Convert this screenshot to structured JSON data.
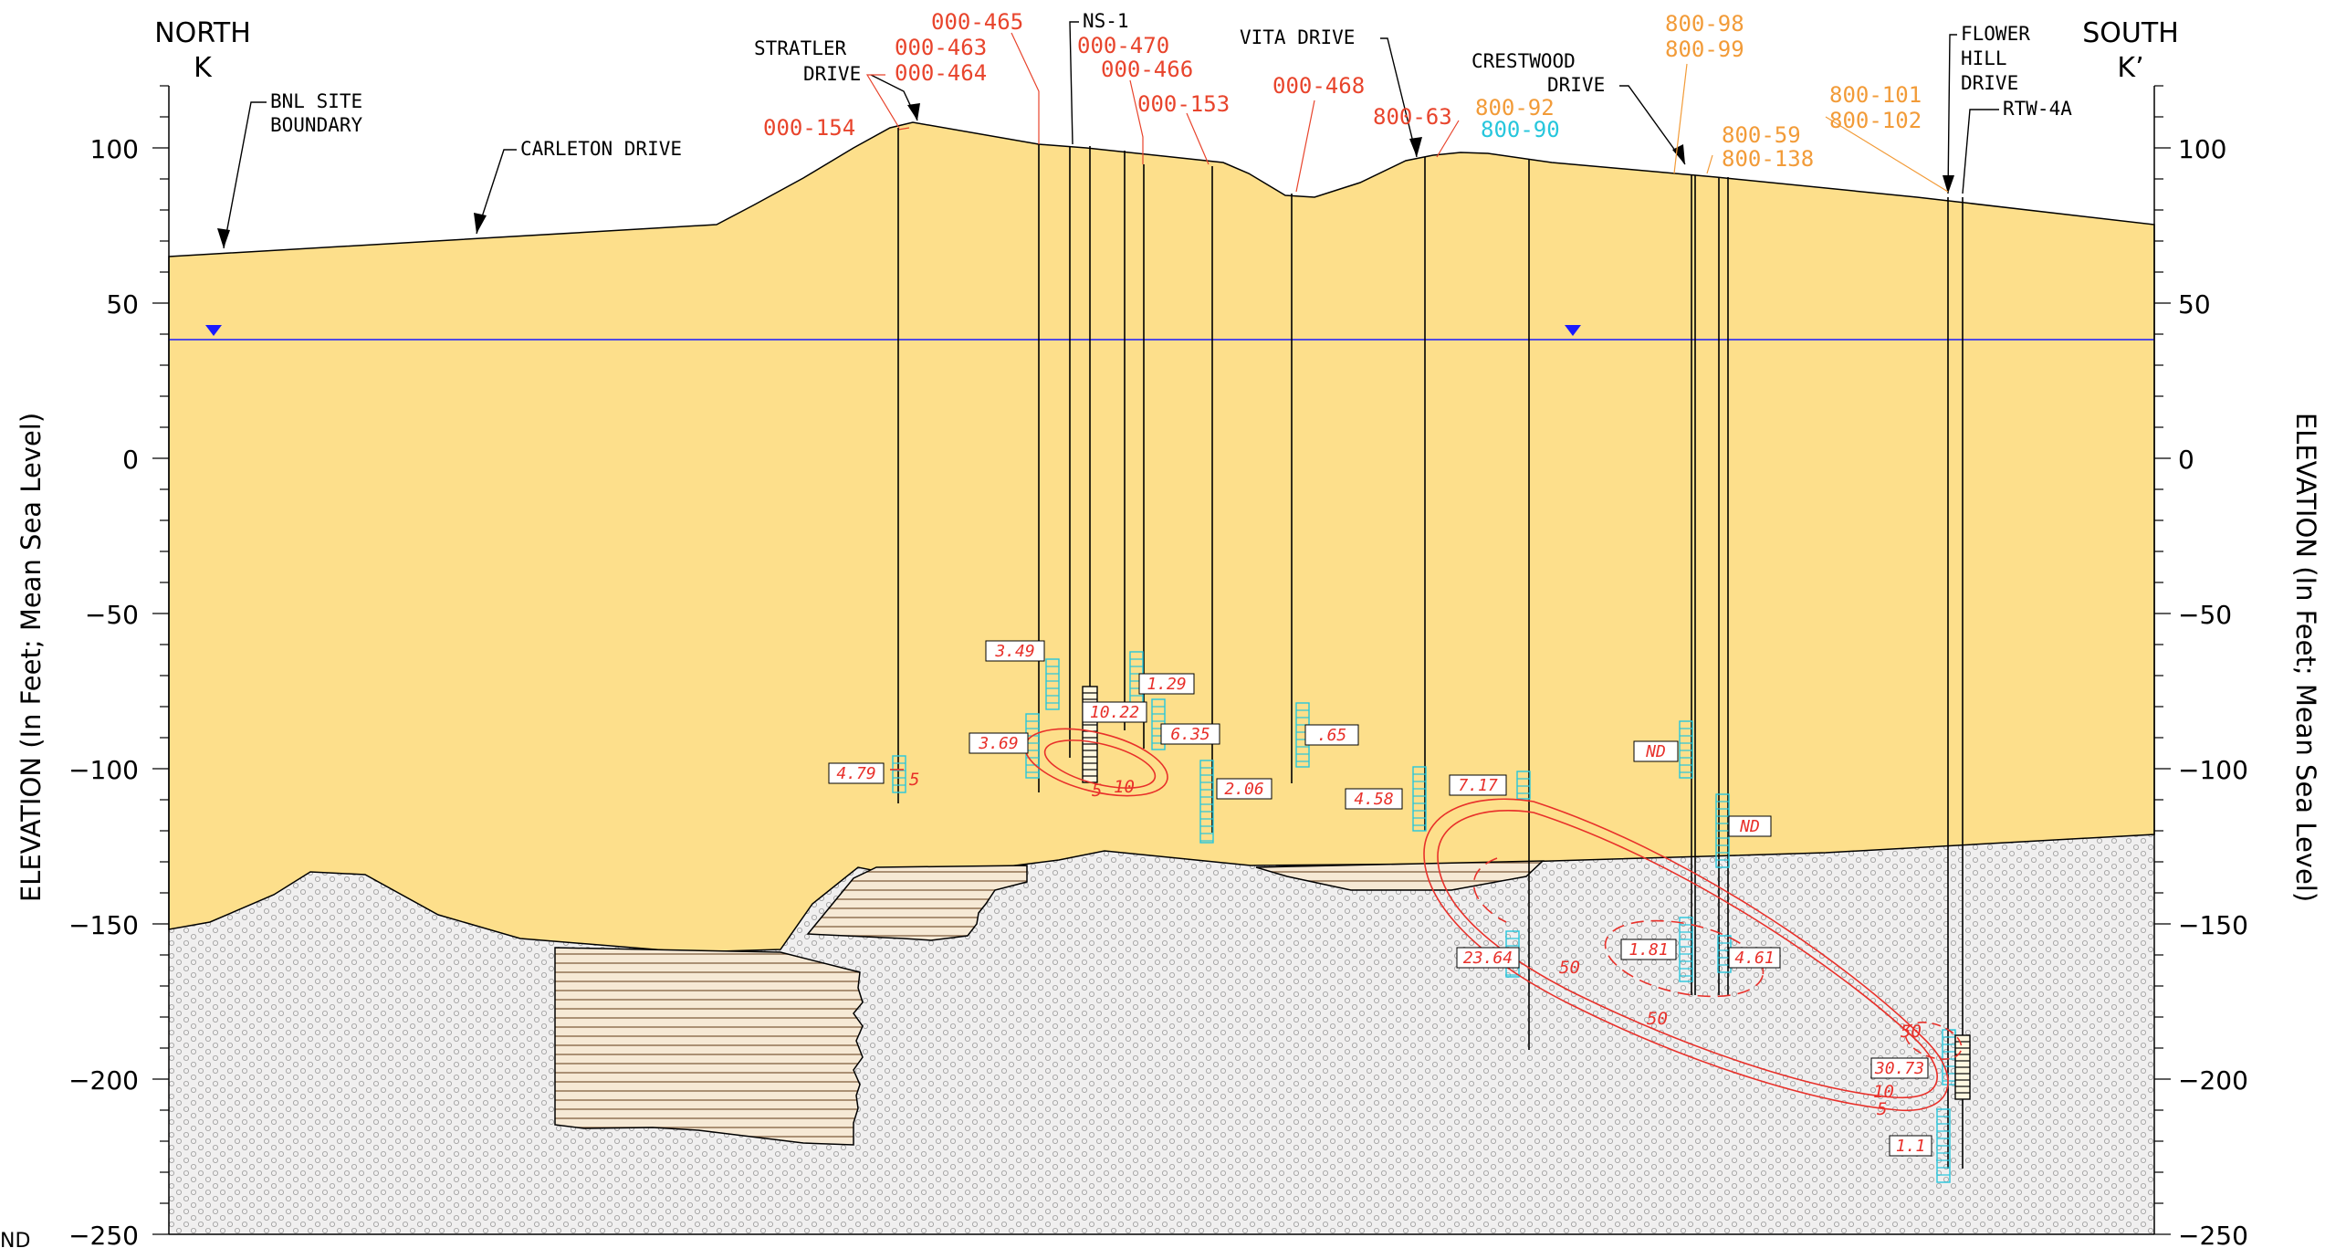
{
  "header": {
    "north": "NORTH",
    "north_k": "K",
    "south": "SOUTH",
    "south_k": "K’"
  },
  "axis": {
    "ylabel": "ELEVATION (In Feet; Mean Sea Level)",
    "ticks": [
      100,
      50,
      0,
      -50,
      -100,
      -150,
      -200,
      -250
    ],
    "tick_labels": [
      "100",
      "50",
      "0",
      "−50",
      "−100",
      "−150",
      "−200",
      "−250"
    ],
    "ylim": [
      -250,
      120
    ]
  },
  "site_labels": [
    {
      "text": "BNL SITE",
      "color": "#000000"
    },
    {
      "text": "BOUNDARY",
      "color": "#000000"
    },
    {
      "text": "CARLETON DRIVE",
      "color": "#000000"
    },
    {
      "text": "STRATLER",
      "color": "#000000"
    },
    {
      "text": "DRIVE",
      "color": "#000000"
    },
    {
      "text": "VITA DRIVE",
      "color": "#000000"
    },
    {
      "text": "CRESTWOOD",
      "color": "#000000"
    },
    {
      "text": "DRIVE",
      "color": "#000000"
    },
    {
      "text": "FLOWER",
      "color": "#000000"
    },
    {
      "text": "HILL",
      "color": "#000000"
    },
    {
      "text": "DRIVE",
      "color": "#000000"
    },
    {
      "text": "RTW-4A",
      "color": "#000000"
    },
    {
      "text": "NS-1",
      "color": "#000000"
    }
  ],
  "well_labels": [
    {
      "text": "000-465",
      "color": "#e8442c"
    },
    {
      "text": "000-463",
      "color": "#e8442c"
    },
    {
      "text": "000-464",
      "color": "#e8442c"
    },
    {
      "text": "000-154",
      "color": "#e8442c"
    },
    {
      "text": "000-470",
      "color": "#e8442c"
    },
    {
      "text": "000-466",
      "color": "#e8442c"
    },
    {
      "text": "000-153",
      "color": "#e8442c"
    },
    {
      "text": "000-468",
      "color": "#e8442c"
    },
    {
      "text": "800-63",
      "color": "#e8442c"
    },
    {
      "text": "800-92",
      "color": "#f29b38"
    },
    {
      "text": "800-90",
      "color": "#26c6dc"
    },
    {
      "text": "800-98",
      "color": "#f29b38"
    },
    {
      "text": "800-99",
      "color": "#f29b38"
    },
    {
      "text": "800-59",
      "color": "#f29b38"
    },
    {
      "text": "800-138",
      "color": "#f29b38"
    },
    {
      "text": "800-101",
      "color": "#f29b38"
    },
    {
      "text": "800-102",
      "color": "#f29b38"
    }
  ],
  "concentration_boxes": [
    "3.49",
    "1.29",
    "10.22",
    "6.35",
    "3.69",
    "4.79",
    "2.06",
    ".65",
    "4.58",
    "7.17",
    "ND",
    "ND",
    "23.64",
    "1.81",
    "4.61",
    "30.73",
    "1.1"
  ],
  "contour_labels": [
    "5",
    "10",
    "5",
    "50",
    "50",
    "50",
    "10",
    "5"
  ],
  "legend_fragment": "ND",
  "colors": {
    "sand": "#fddf8b",
    "clay_base": "#ecebeb",
    "plume": "#e8302a",
    "screen": "#26c6dc",
    "water_table": "#1a1aff"
  }
}
